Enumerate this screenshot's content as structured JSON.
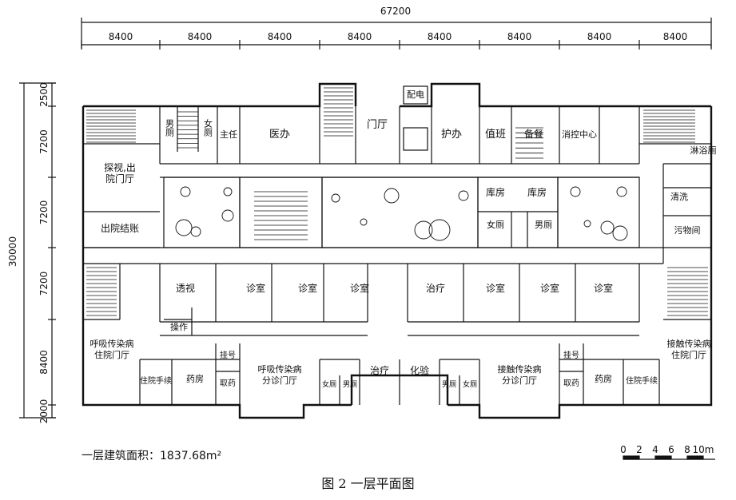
{
  "figure": {
    "caption": "图 2  一层平面图",
    "area_note": "一层建筑面积：1837.68m²"
  },
  "dimensions": {
    "total_width": "67200",
    "bays": [
      "8400",
      "8400",
      "8400",
      "8400",
      "8400",
      "8400",
      "8400",
      "8400"
    ],
    "total_depth": "30000",
    "rows": [
      "2500",
      "7200",
      "7200",
      "7200",
      "8400",
      "2000"
    ]
  },
  "scale_bar": {
    "ticks": [
      "0",
      "2",
      "4",
      "6",
      "8",
      "10m"
    ]
  },
  "rooms": {
    "male_wc_a": "男厕",
    "female_wc_a": "女厕",
    "director": "主任",
    "medical_office": "医办",
    "entrance_hall": "门厅",
    "power_room": "配电",
    "nurse_office": "护办",
    "duty_room": "值班",
    "pantry": "备餐",
    "disinfection": "消控中心",
    "shower_wc": "淋浴厕",
    "visit_hall": "探视,出院门厅",
    "discharge_settle": "出院结账",
    "storage_1": "库房",
    "storage_2": "库房",
    "female_wc_b": "女厕",
    "male_wc_b": "男厕",
    "washroom": "清洗",
    "dirt_room": "污物间",
    "fluoro": "透视",
    "operation": "操作",
    "clinic_1": "诊室",
    "clinic_2": "诊室",
    "clinic_3": "诊室",
    "treatment_1": "治疗",
    "clinic_4": "诊室",
    "clinic_5": "诊室",
    "clinic_6": "诊室",
    "resp_admission_hall": "呼吸传染病住院门厅",
    "contact_admission_hall": "接触传染病住院门厅",
    "admission_l": "住院手续",
    "pharmacy_l": "药房",
    "registration_l": "挂号",
    "dispense_l": "取药",
    "resp_outpatient_hall": "呼吸传染病分诊门厅",
    "female_wc_c": "女厕",
    "male_wc_c": "男厕",
    "treatment_2": "治疗",
    "lab": "化验",
    "male_wc_d": "男厕",
    "female_wc_d": "女厕",
    "contact_outpatient_hall": "接触传染病分诊门厅",
    "registration_r": "挂号",
    "dispense_r": "取药",
    "pharmacy_r": "药房",
    "admission_r": "住院手续"
  }
}
